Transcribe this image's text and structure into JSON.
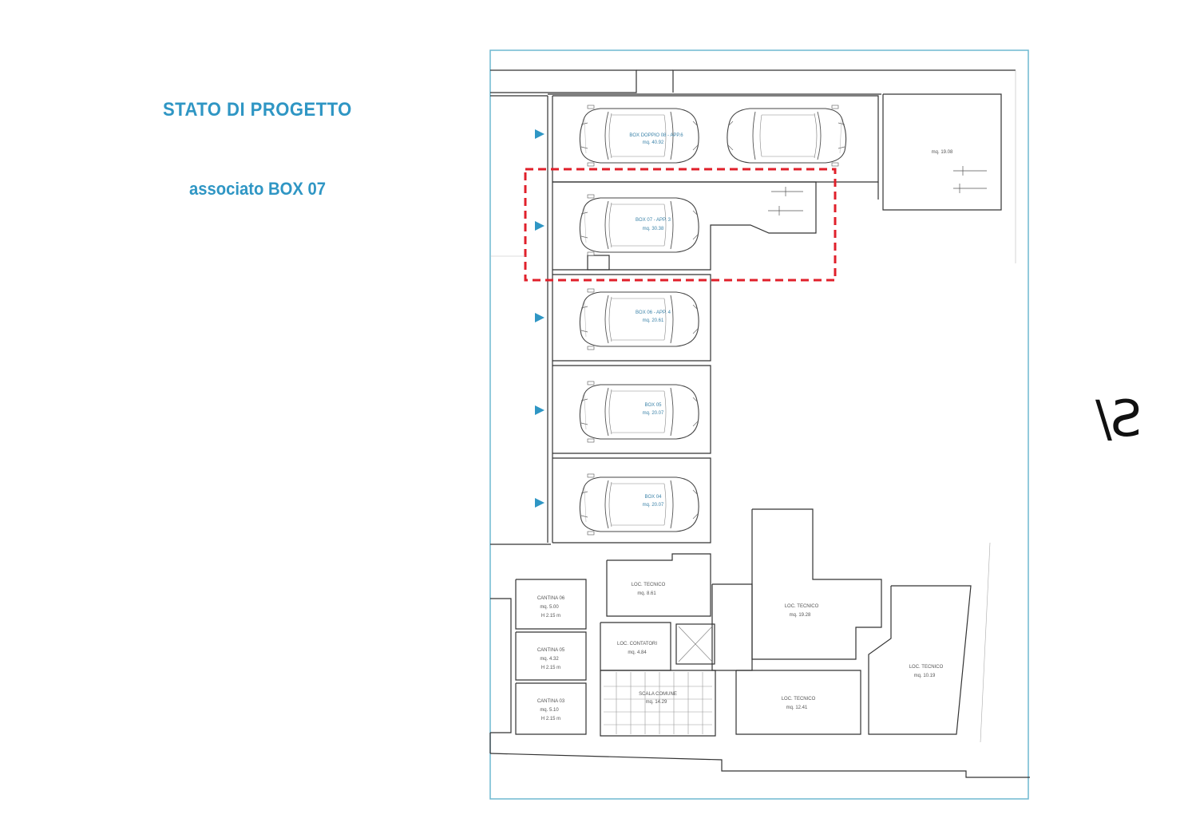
{
  "heading": {
    "title": "STATO DI PROGETTO",
    "subtitle": "associato BOX 07"
  },
  "watermark_text": "S/",
  "colors": {
    "accent": "#2f96c4",
    "frame": "#6fb8d1",
    "highlight": "#e0202b",
    "wall": "#333333"
  },
  "rooms": {
    "box_top": [
      "BOX DOPPIO 08 - APP.6",
      "mq. 40.92"
    ],
    "right_room": [
      "mq. 19.08"
    ],
    "box07": [
      "BOX 07 - APP. 3",
      "mq. 30.38"
    ],
    "box06": [
      "BOX 06 - APP. 4",
      "mq. 20.61"
    ],
    "box05": [
      "BOX 05",
      "mq. 20.07"
    ],
    "box04": [
      "BOX 04",
      "mq. 20.07"
    ],
    "tech1": [
      "LOC. TECNICO",
      "mq. 8.61"
    ],
    "tech2": [
      "LOC. TECNICO",
      "mq. 19.28"
    ],
    "tech3": [
      "LOC. TECNICO",
      "mq. 10.19"
    ],
    "tech4": [
      "LOC. TECNICO",
      "mq. 12.41"
    ],
    "contatori": [
      "LOC. CONTATORI",
      "mq. 4.84"
    ],
    "scala": [
      "SCALA COMUNE",
      "mq. 14.29"
    ],
    "cantina1": [
      "CANTINA 06",
      "mq. 5.00",
      "H 2.15 m"
    ],
    "cantina2": [
      "CANTINA 05",
      "mq. 4.32",
      "H 2.15 m"
    ],
    "cantina3": [
      "CANTINA 03",
      "mq. 5.10",
      "H 2.15 m"
    ]
  }
}
